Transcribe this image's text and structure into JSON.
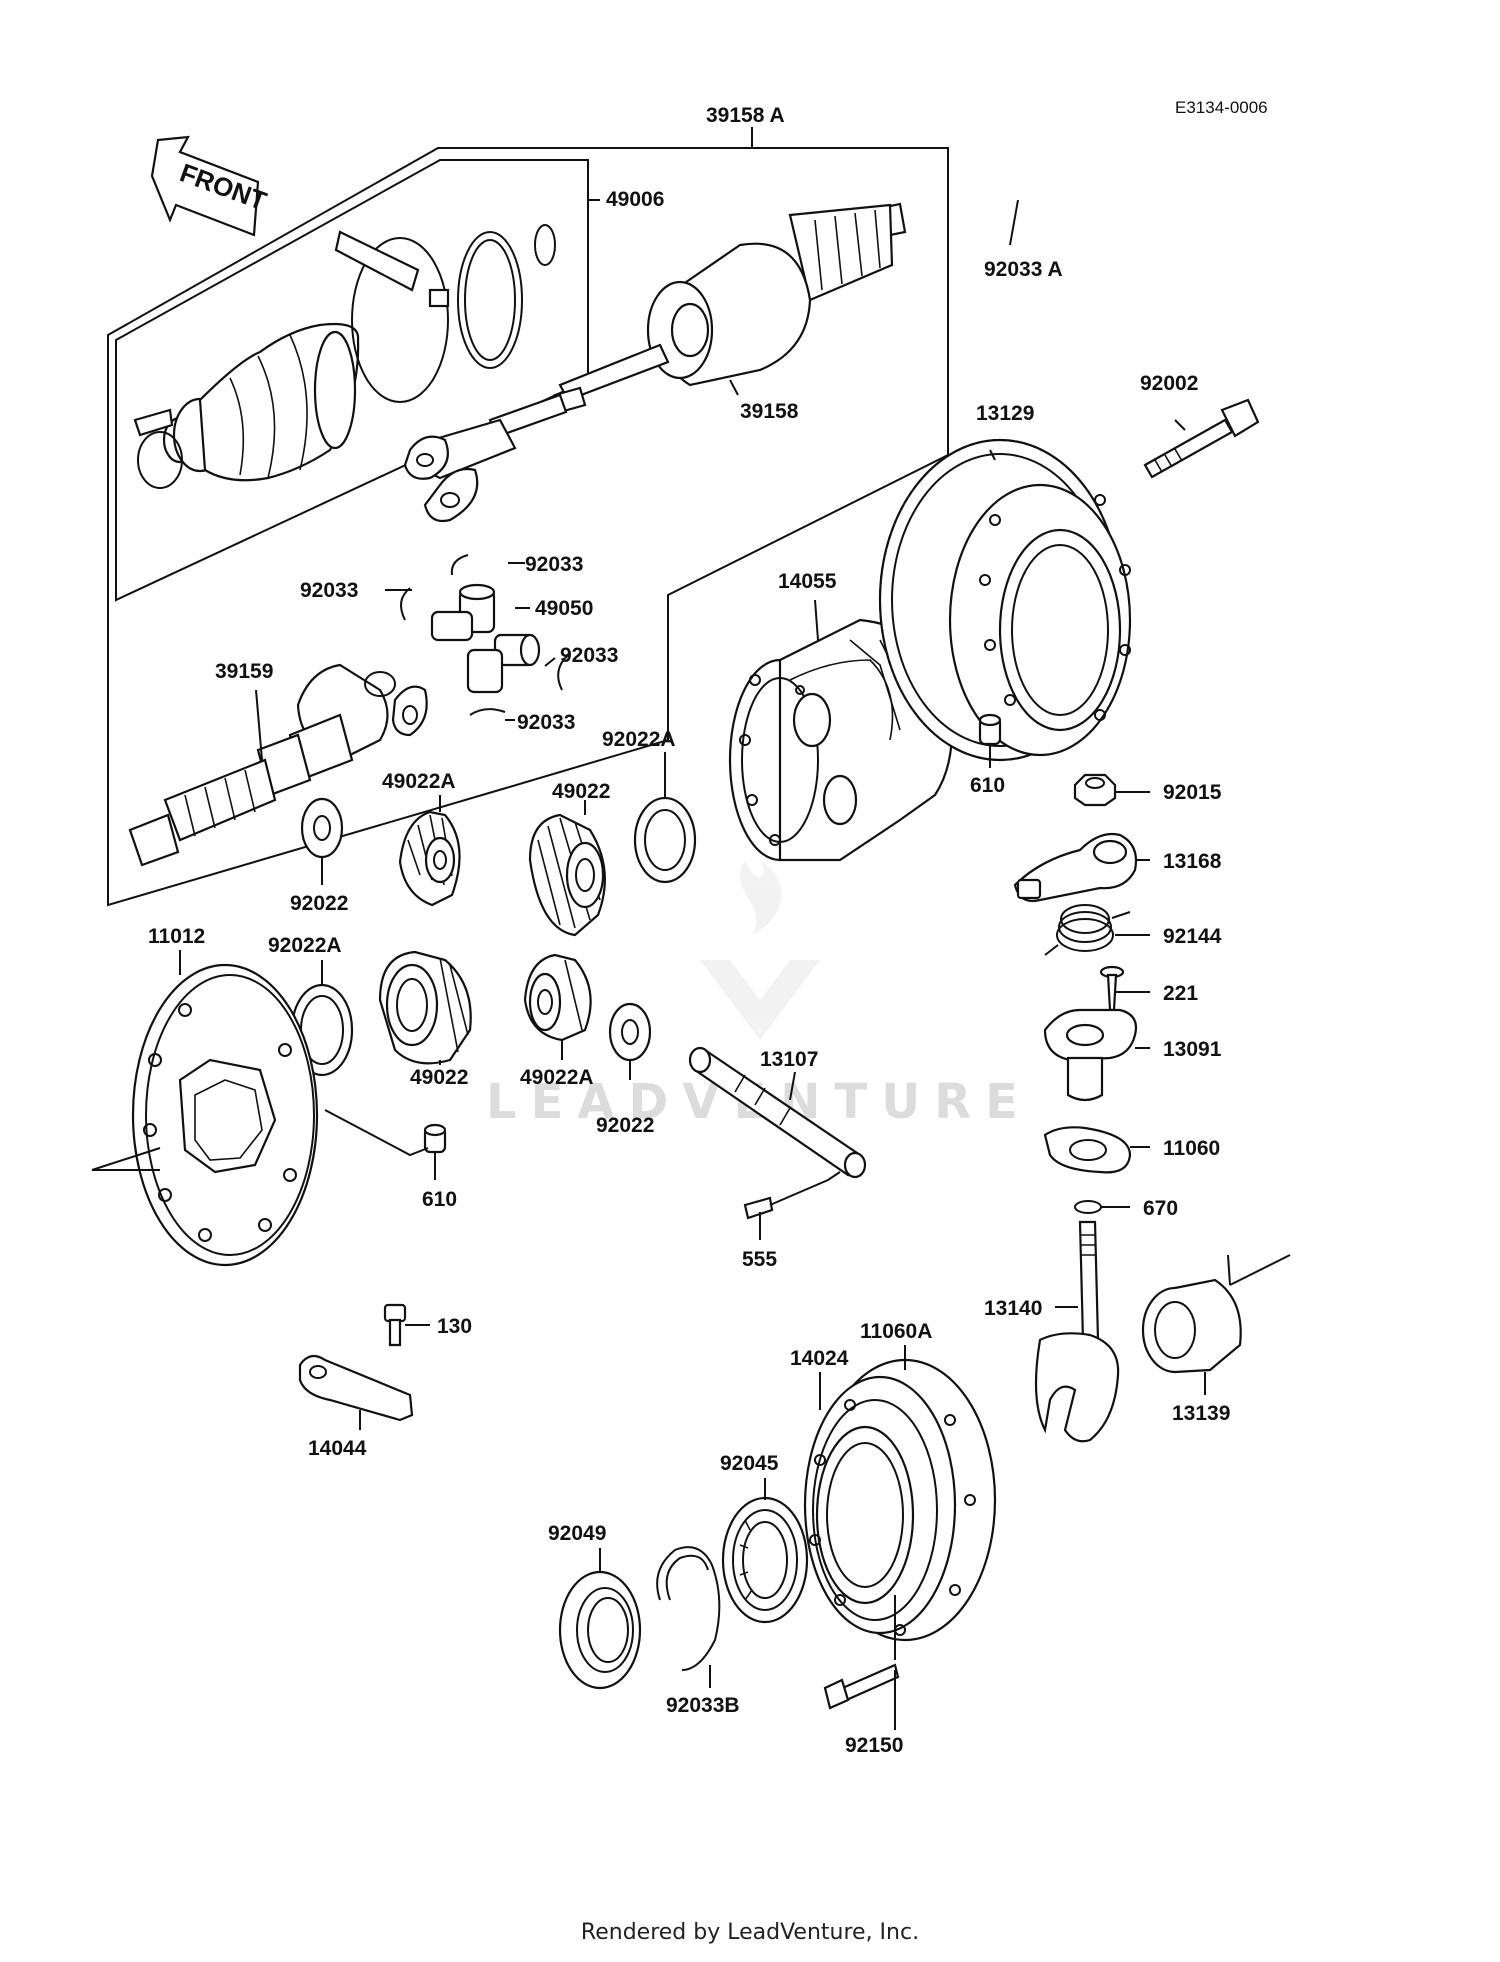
{
  "diagram": {
    "ref_code": "E3134-0006",
    "front_label": "FRONT",
    "watermark": "LEADVENTURE",
    "footer": "Rendered by LeadVenture, Inc.",
    "labels": [
      {
        "id": "39158A",
        "text": "39158 A"
      },
      {
        "id": "49006",
        "text": "49006"
      },
      {
        "id": "92033A",
        "text": "92033 A"
      },
      {
        "id": "39158",
        "text": "39158"
      },
      {
        "id": "92002",
        "text": "92002"
      },
      {
        "id": "13129",
        "text": "13129"
      },
      {
        "id": "92033-1",
        "text": "92033"
      },
      {
        "id": "92033-2",
        "text": "92033"
      },
      {
        "id": "49050",
        "text": "49050"
      },
      {
        "id": "92033-3",
        "text": "92033"
      },
      {
        "id": "92033-4",
        "text": "92033"
      },
      {
        "id": "39159",
        "text": "39159"
      },
      {
        "id": "14055",
        "text": "14055"
      },
      {
        "id": "92022A-1",
        "text": "92022A"
      },
      {
        "id": "610-1",
        "text": "610"
      },
      {
        "id": "92015",
        "text": "92015"
      },
      {
        "id": "49022A-1",
        "text": "49022A"
      },
      {
        "id": "49022-1",
        "text": "49022"
      },
      {
        "id": "13168",
        "text": "13168"
      },
      {
        "id": "92022-1",
        "text": "92022"
      },
      {
        "id": "92144",
        "text": "92144"
      },
      {
        "id": "11012",
        "text": "11012"
      },
      {
        "id": "92022A-2",
        "text": "92022A"
      },
      {
        "id": "221",
        "text": "221"
      },
      {
        "id": "13091",
        "text": "13091"
      },
      {
        "id": "49022-2",
        "text": "49022"
      },
      {
        "id": "49022A-2",
        "text": "49022A"
      },
      {
        "id": "13107",
        "text": "13107"
      },
      {
        "id": "92022-2",
        "text": "92022"
      },
      {
        "id": "11060",
        "text": "11060"
      },
      {
        "id": "610-2",
        "text": "610"
      },
      {
        "id": "670",
        "text": "670"
      },
      {
        "id": "555",
        "text": "555"
      },
      {
        "id": "130",
        "text": "130"
      },
      {
        "id": "13140",
        "text": "13140"
      },
      {
        "id": "11060A",
        "text": "11060A"
      },
      {
        "id": "14024",
        "text": "14024"
      },
      {
        "id": "14044",
        "text": "14044"
      },
      {
        "id": "13139",
        "text": "13139"
      },
      {
        "id": "92045",
        "text": "92045"
      },
      {
        "id": "92049",
        "text": "92049"
      },
      {
        "id": "92033B",
        "text": "92033B"
      },
      {
        "id": "92150",
        "text": "92150"
      }
    ]
  }
}
